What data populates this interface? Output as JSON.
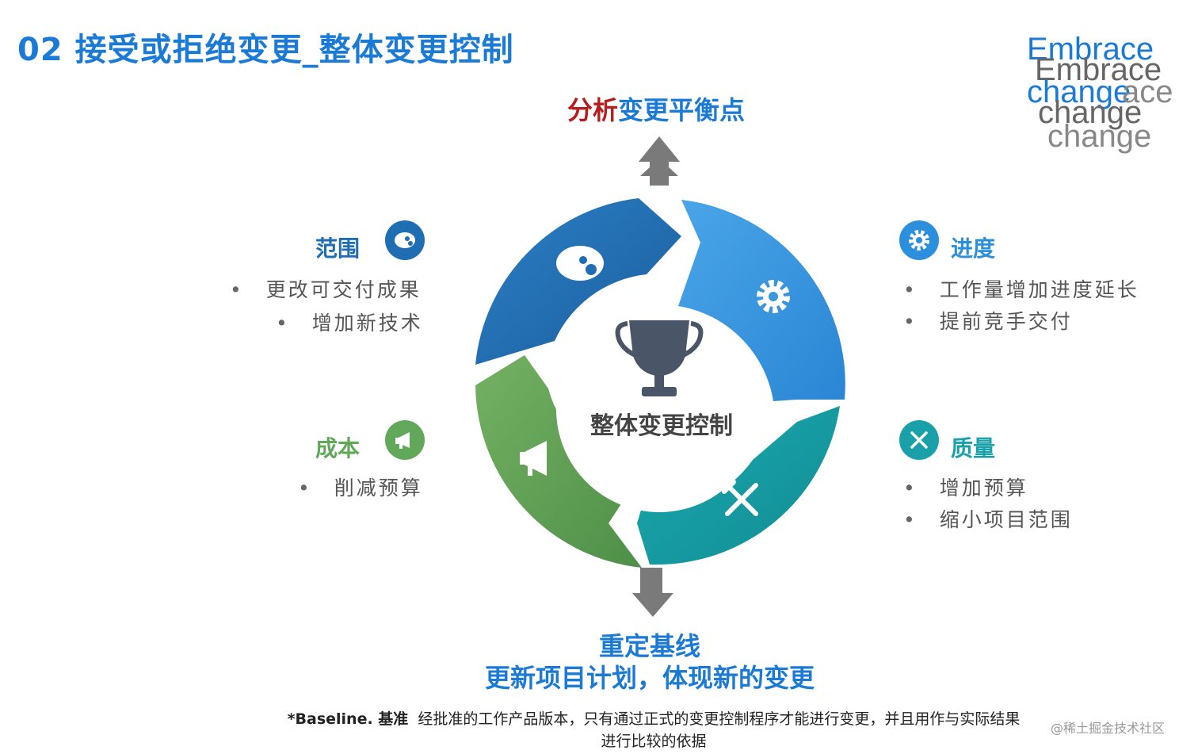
{
  "title": "02 接受或拒绝变更_整体变更控制",
  "logo": {
    "line1": "Embrace",
    "line2": "Embrace",
    "line3": "change",
    "line4": "ace",
    "line5": "change",
    "line6": "change"
  },
  "top_label": {
    "red": "分析",
    "blue": "变更平衡点"
  },
  "center": {
    "label": "整体变更控制",
    "icon": "trophy-icon"
  },
  "categories": {
    "scope": {
      "title": "范围",
      "icon": "palette-icon",
      "color": "#1f6db3",
      "items": [
        "更改可交付成果",
        "增加新技术"
      ]
    },
    "schedule": {
      "title": "进度",
      "icon": "gear-icon",
      "color": "#2c8fdc",
      "items": [
        "工作量增加进度延长",
        "提前竞手交付"
      ]
    },
    "cost": {
      "title": "成本",
      "icon": "megaphone-icon",
      "color": "#62a85a",
      "items": [
        "削减预算"
      ]
    },
    "quality": {
      "title": "质量",
      "icon": "tools-icon",
      "color": "#1aa0a8",
      "items": [
        "增加预算",
        "缩小项目范围"
      ]
    }
  },
  "bottom": {
    "line1": "重定基线",
    "line2": "更新项目计划，体现新的变更"
  },
  "footnote": {
    "bold": "*Baseline. 基准",
    "text": "经批准的工作产品版本，只有通过正式的变更控制程序才能进行变更，并且用作与实际结果进行比较的依据"
  },
  "credit": "@稀土掘金技术社区"
}
